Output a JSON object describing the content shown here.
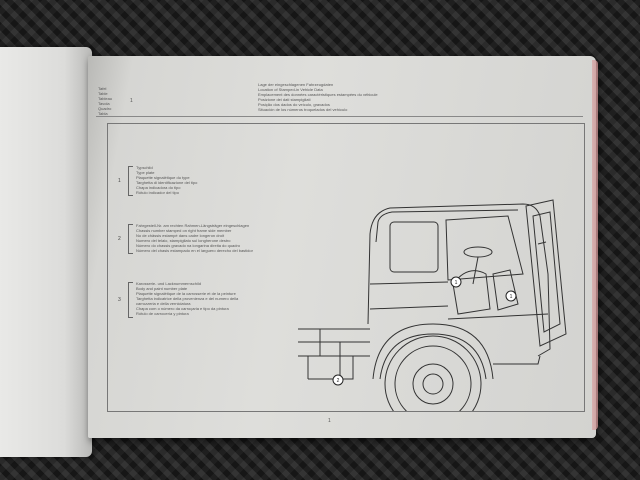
{
  "page": {
    "header_left": [
      "Tafel",
      "Table",
      "Tableau",
      "Tavola",
      "Quadro",
      "Tabla"
    ],
    "header_center_number": "1",
    "header_right": [
      "Lage der eingeschlagenen Fahrzeugdaten",
      "Location of Stamped-in Vehicle Data",
      "Emplacement des données caractéristiques estampées du véhicule",
      "Posizione dei dati stampigliati",
      "Posição dos dados do veículo, gravados",
      "Situación de los números troquelados del vehículo"
    ],
    "page_number": "1"
  },
  "callouts": [
    {
      "number": "1",
      "lines": [
        "Typschild",
        "Type plate",
        "Plaquette signalétique du type",
        "Targhetta di identificazione del tipo",
        "Chapa indicadora do tipo",
        "Rótulo indicador del tipo"
      ]
    },
    {
      "number": "2",
      "lines": [
        "Fahrgestell-Nr. am rechten Rahmen-Längsträger eingeschlagen",
        "Chassis number stamped on right frame side member",
        "No de châssis estampé dans cadre longeron droit",
        "Numero del telaio, stampigliato sul longherone destro",
        "Número do chassis gravado na longarina direita do quadro",
        "Número del chasis estampado en el larguero derecho del bastidor"
      ]
    },
    {
      "number": "3",
      "lines": [
        "Karosserie- und Lacknummernschild",
        "Body and paint number plate",
        "Plaquette signalétique de la carrosserie et de la peinture",
        "Targhetta indicatrice della provenienza e del numero della",
        "carrozzeria e della verniciatura",
        "Chapa com o número da carroçaria e tipo da pintura",
        "Rótulo de carrocería y pintura"
      ]
    }
  ],
  "diagram_labels": [
    "1",
    "1",
    "2"
  ]
}
